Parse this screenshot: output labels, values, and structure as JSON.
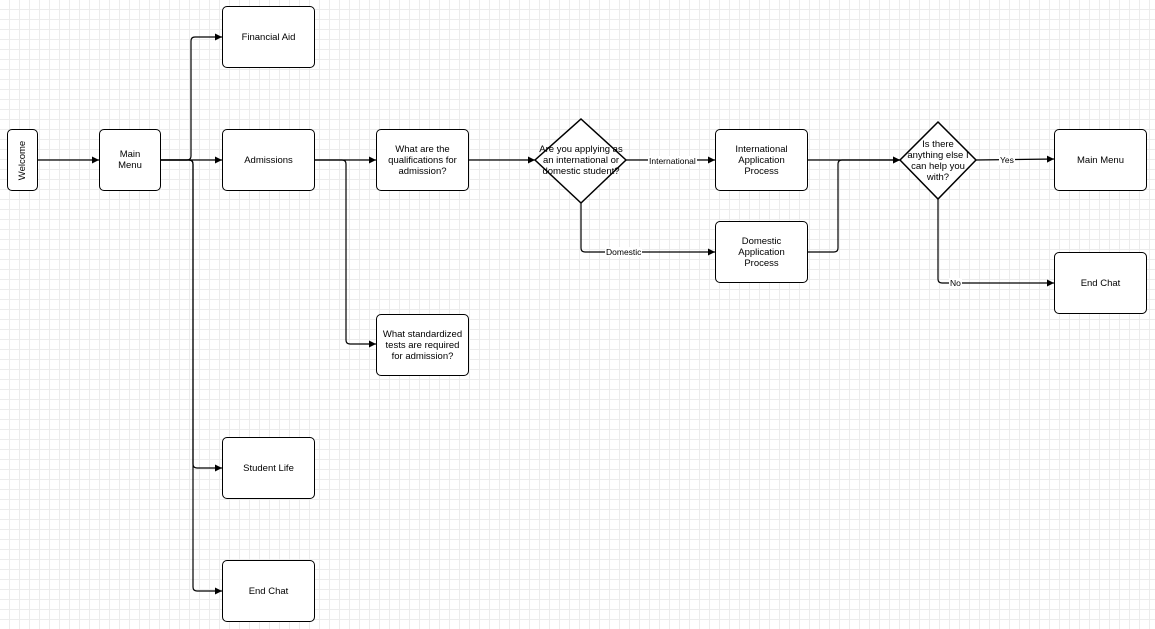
{
  "nodes": {
    "welcome": "Welcome",
    "main_menu": "Main Menu",
    "financial_aid": "Financial Aid",
    "admissions": "Admissions",
    "student_life": "Student Life",
    "end_chat": "End Chat",
    "qualifications": "What are the qualifications for admission?",
    "standardized_tests": "What standardized tests are required for admission?",
    "international_or_domestic": "Are you applying as an international or domestic student?",
    "international_process": "International Application Process",
    "domestic_process": "Domestic Application Process",
    "anything_else": "Is there anything else I can help you with?",
    "main_menu_return": "Main Menu",
    "end_chat_final": "End Chat"
  },
  "edge_labels": {
    "international": "International",
    "domestic": "Domestic",
    "yes": "Yes",
    "no": "No"
  }
}
